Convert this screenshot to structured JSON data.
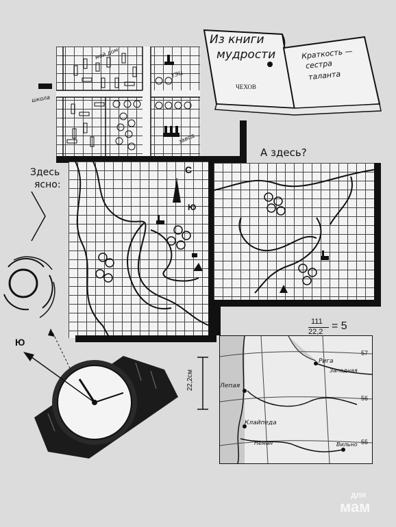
{
  "town_map": {
    "label_house": "мой дом",
    "label_tec": "ТЭЦ",
    "label_zavod": "завод",
    "label_school": "школа"
  },
  "book": {
    "title_line1": "Из книги",
    "title_line2": "мудрости",
    "author": "ЧЕХОВ",
    "quote_line1": "Краткость —",
    "quote_line2": "сестра",
    "quote_line3": "таланта"
  },
  "question": "А здесь?",
  "clear_here": {
    "line1": "Здесь",
    "line2": "ясно:"
  },
  "map1": {
    "north": "С",
    "south": "Ю"
  },
  "compass_watch": {
    "south_marker": "Ю"
  },
  "region_map": {
    "formula_num": "111",
    "formula_den": "22,2",
    "formula_result": "= 5",
    "scale_label": "22,2см",
    "city_riga": "Рига",
    "city_liepaja": "Лепая",
    "city_klaipeda": "Клайпеда",
    "river_daugava": "Западная",
    "river_neman": "Неман",
    "city_vilnius": "Вильно",
    "lat_57": "57",
    "lat_56": "56",
    "lat_55": "55"
  },
  "watermark": {
    "line1": "для",
    "line2": "мам"
  }
}
